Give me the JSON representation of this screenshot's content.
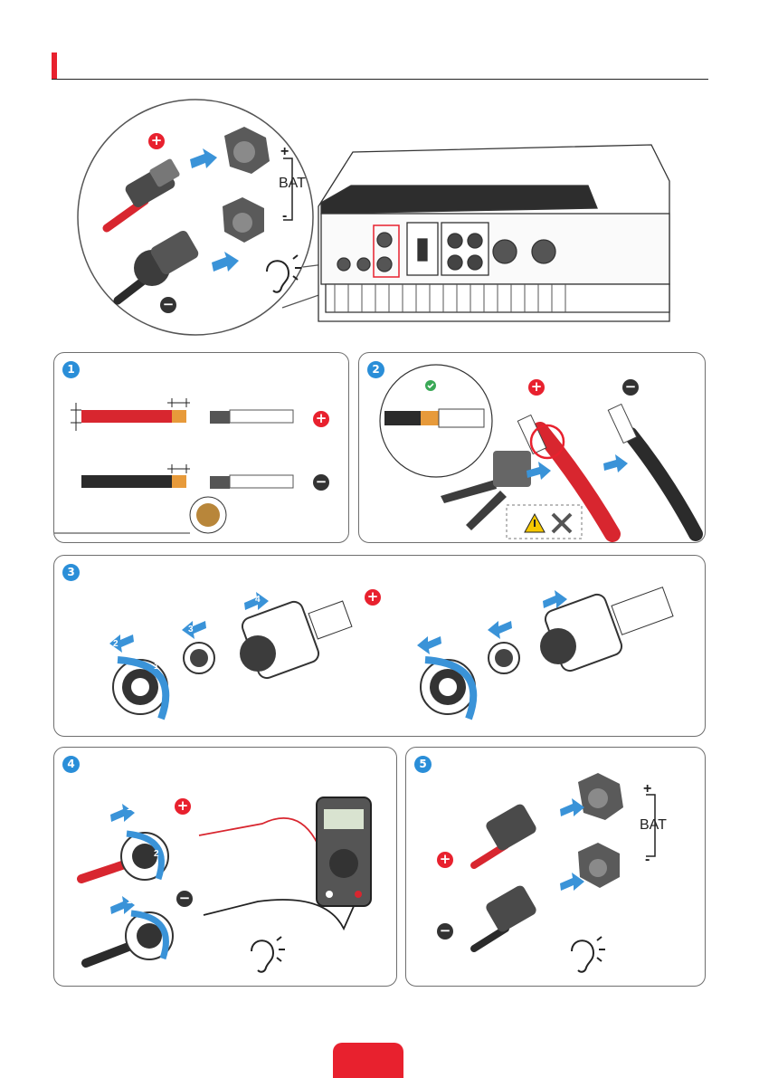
{
  "colors": {
    "accent": "#e8212e",
    "step_badge": "#2a8ed8",
    "arrow": "#3a93d8",
    "cable_positive": "#d8262f",
    "cable_negative": "#2b2b2b"
  },
  "overview": {
    "bat_label": "BAT",
    "plus_sign": "+",
    "minus_sign": "-",
    "positive_symbol": "+",
    "negative_symbol": "−",
    "listen_icon": "ear-click-icon"
  },
  "steps": [
    {
      "number": "1",
      "positive_symbol": "+",
      "negative_symbol": "−"
    },
    {
      "number": "2",
      "positive_symbol": "+",
      "negative_symbol": "−",
      "check_icon": "check-icon",
      "warning_icon": "warning-icon",
      "tool_icon": "crimp-tool-icon"
    },
    {
      "number": "3",
      "positive_symbol": "+",
      "sub_labels": [
        "1",
        "2",
        "3",
        "4"
      ]
    },
    {
      "number": "4",
      "positive_symbol": "+",
      "negative_symbol": "−",
      "sub_labels": [
        "1",
        "2",
        "1"
      ]
    },
    {
      "number": "5",
      "positive_symbol": "+",
      "negative_symbol": "−",
      "bat_label": "BAT",
      "plus_sign": "+",
      "minus_sign": "-"
    }
  ]
}
